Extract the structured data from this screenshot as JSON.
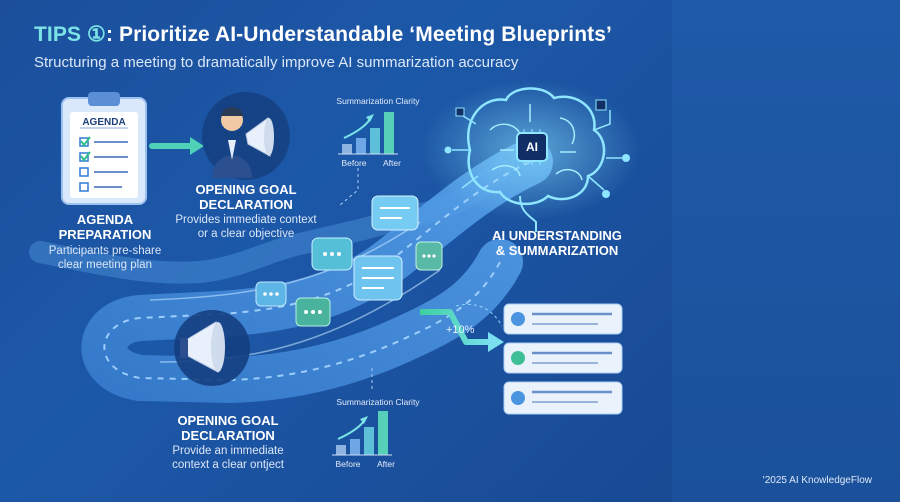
{
  "header": {
    "title_prefix": "TIPS ①",
    "title_rest": ": Prioritize AI-Understandable ‘Meeting Blueprints’",
    "subtitle": "Structuring a meeting to dramatically improve AI summarization accuracy"
  },
  "agenda_card_label": "AGENDA",
  "steps": {
    "agenda": {
      "title_line1": "AGENDA",
      "title_line2": "PREPARATION",
      "desc_line1": "Participants pre-share",
      "desc_line2": "clear meeting plan"
    },
    "goal_top": {
      "title_line1": "OPENING GOAL",
      "title_line2": "DECLARATION",
      "desc_line1": "Provides immediate context",
      "desc_line2": "or a clear objective"
    },
    "goal_bottom": {
      "title_line1": "OPENING GOAL",
      "title_line2": "DECLARATION",
      "desc_line1": "Provide an immediate",
      "desc_line2": "context a clear ontject"
    },
    "ai": {
      "title_line1": "AI UNDERSTANDING",
      "title_line2": "& SUMMARIZATION",
      "chip_label": "AI"
    }
  },
  "charts": {
    "top": {
      "title": "Summarization Clarity",
      "before_label": "Before",
      "after_label": "After"
    },
    "bottom": {
      "title": "Summarization Clarity",
      "before_label": "Before",
      "after_label": "After"
    }
  },
  "improvement_label": "+10%",
  "copyright": "'2025 AI KnowledgeFlow",
  "colors": {
    "background": "#1b4f9c",
    "accent": "#7be3e6",
    "teal": "#4fd1b8",
    "light": "#e9f1fc"
  }
}
